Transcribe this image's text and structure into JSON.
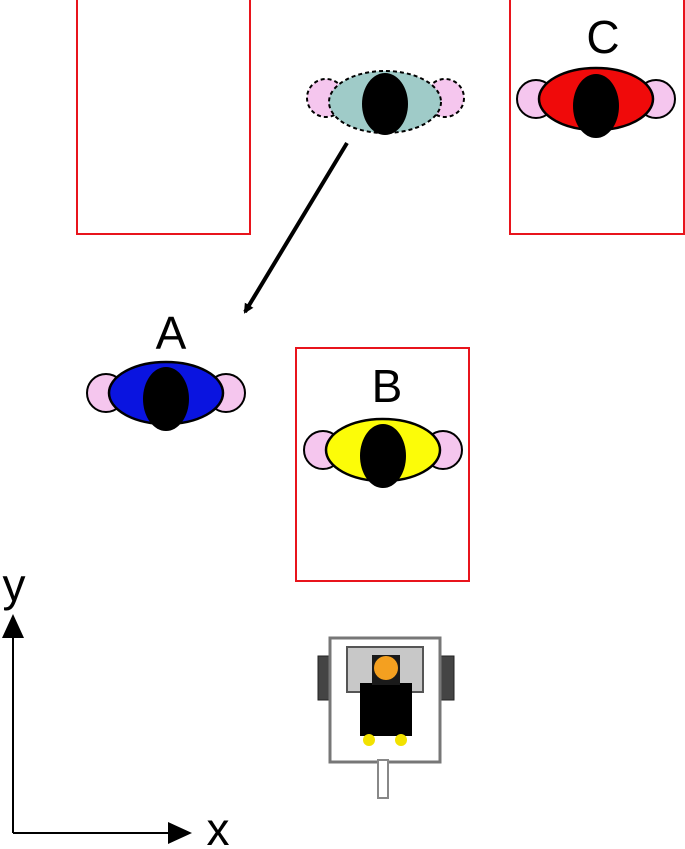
{
  "labels": {
    "person_a": "A",
    "person_b": "B",
    "person_c": "C",
    "axis_x": "x",
    "axis_y": "y"
  },
  "colors": {
    "zone_outline": "#e8141c",
    "person_a_body": "#0a14e0",
    "person_b_body": "#fcfc08",
    "person_c_body": "#f00a0a",
    "ghost_body": "#9fcbc8",
    "shoulder": "#f5c6ee",
    "head": "#000000",
    "arrow": "#000000"
  },
  "icons": {
    "zones": "rectangle-outline",
    "people": "top-down-person-icon",
    "robot": "mobile-robot-icon",
    "move": "arrow-icon",
    "axes": "axis-arrow-icon"
  }
}
